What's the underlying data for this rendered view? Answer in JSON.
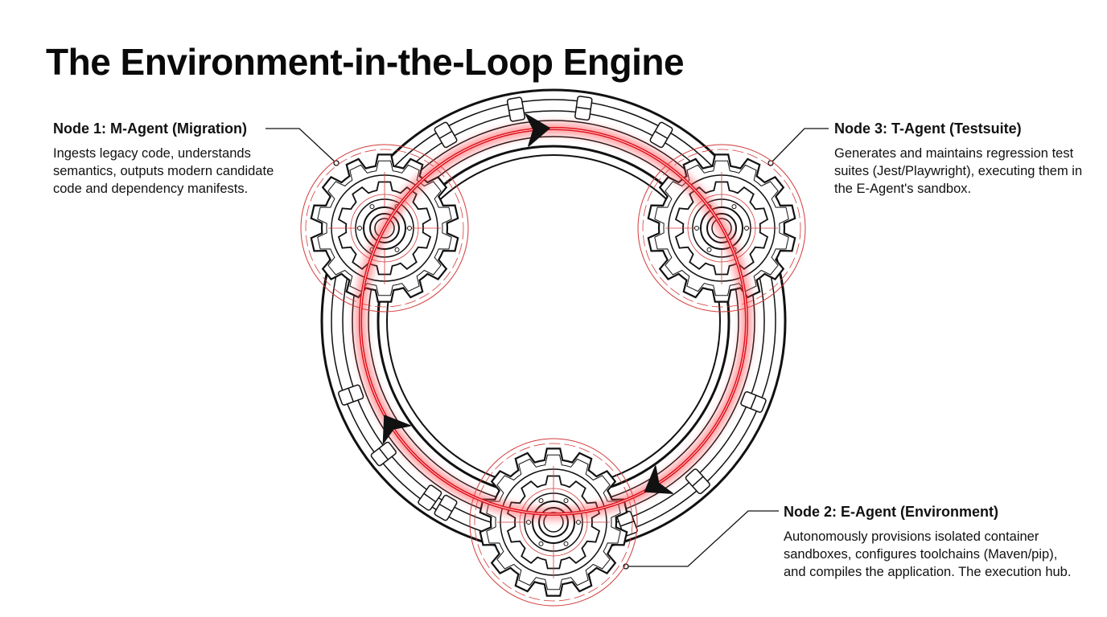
{
  "title": "The Environment-in-the-Loop Engine",
  "nodes": [
    {
      "heading": "Node 1: M-Agent (Migration)",
      "description": "Ingests legacy code, understands semantics, outputs modern candidate code and dependency manifests."
    },
    {
      "heading": "Node 2: E-Agent (Environment)",
      "description": "Autonomously provisions isolated container sandboxes, configures toolchains (Maven/pip), and compiles the application. The execution hub."
    },
    {
      "heading": "Node 3: T-Agent (Testsuite)",
      "description": "Generates and maintains regression test suites (Jest/Playwright), executing them in the E-Agent's sandbox."
    }
  ],
  "colors": {
    "loop_highlight": "#e0101a",
    "linework": "#111111",
    "gear_outline_accent": "#d23a3a"
  }
}
